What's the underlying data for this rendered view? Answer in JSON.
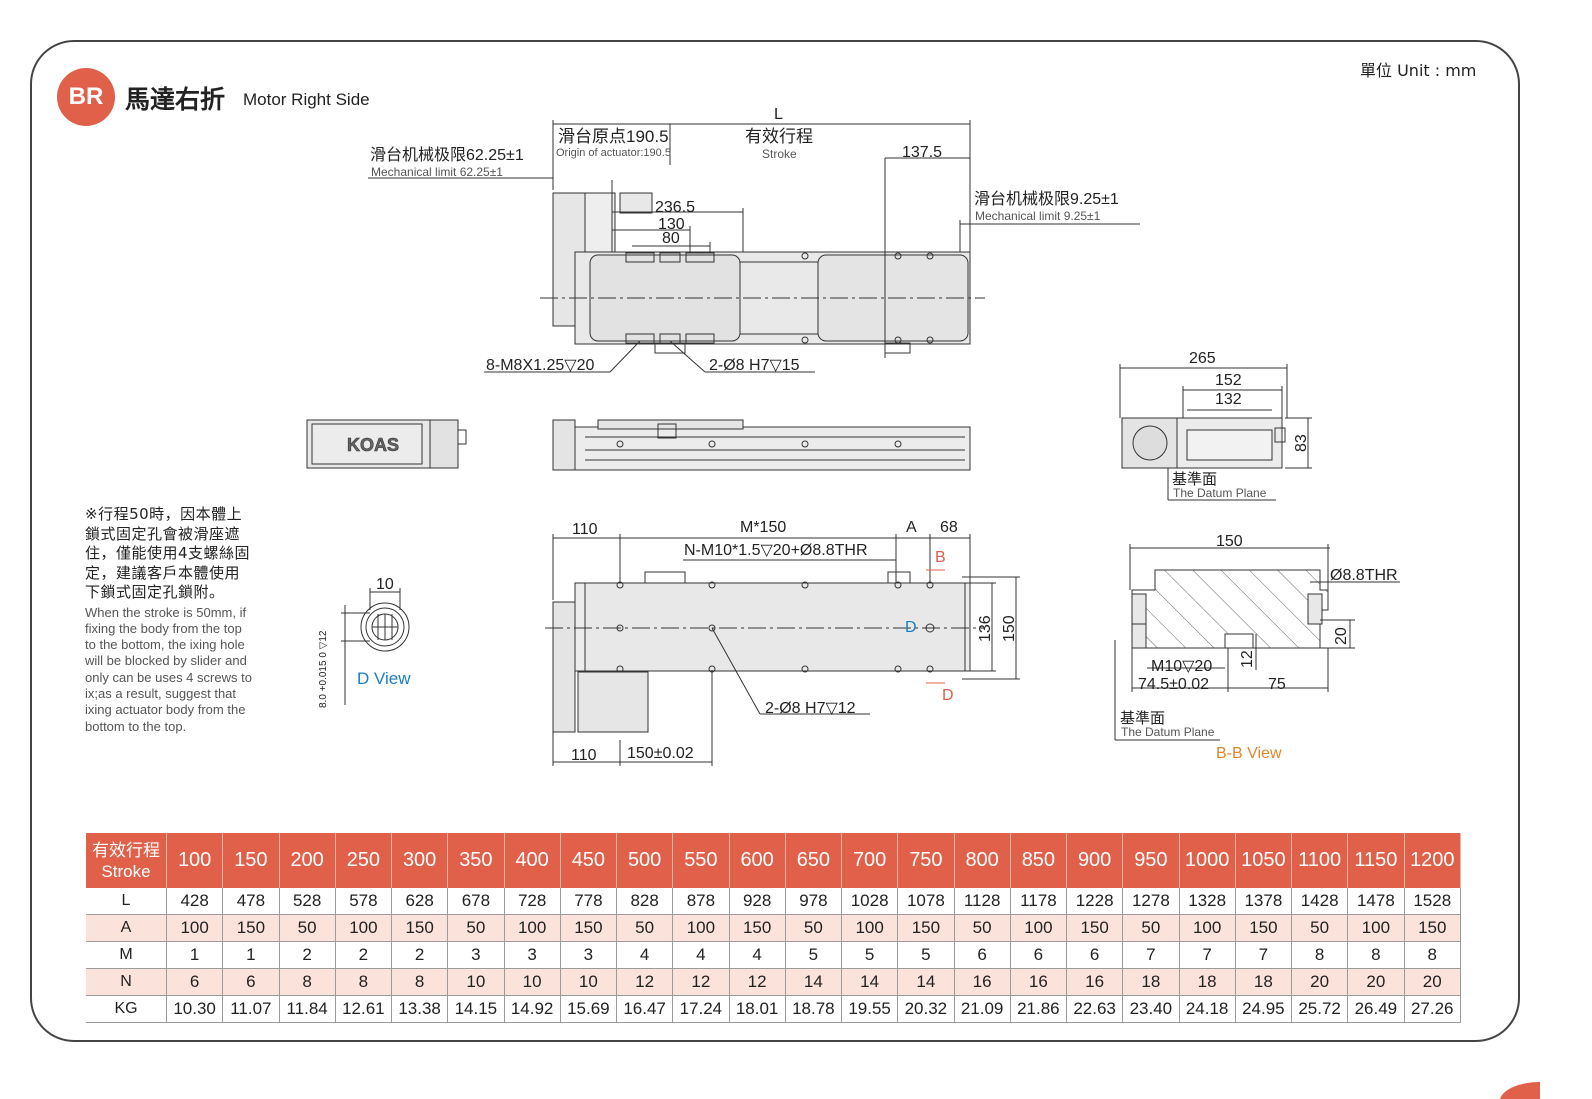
{
  "header": {
    "badge": "BR",
    "title_cn": "馬達右折",
    "title_en": "Motor Right Side",
    "unit": "單位 Unit : mm"
  },
  "top_view": {
    "L": "L",
    "origin_cn": "滑台原点190.5",
    "origin_en": "Origin of actuator:190.5",
    "stroke_cn": "有效行程",
    "stroke_en": "Stroke",
    "dim_137": "137.5",
    "mech_left_cn": "滑台机械极限62.25±1",
    "mech_left_en": "Mechanical limit 62.25±1",
    "mech_right_cn": "滑台机械极限9.25±1",
    "mech_right_en": "Mechanical limit 9.25±1",
    "dim_236": "236.5",
    "dim_130": "130",
    "dim_80": "80",
    "screw_callout": "8-M8X1.25▽20",
    "pin_callout": "2-Ø8 H7▽15"
  },
  "side_view": {
    "logo": "KOAS"
  },
  "end_view": {
    "dim_265": "265",
    "dim_152": "152",
    "dim_132": "132",
    "dim_83": "83",
    "datum_cn": "基準面",
    "datum_en": "The Datum Plane"
  },
  "bottom_view": {
    "dim_110_top": "110",
    "m150": "M*150",
    "a_label": "A",
    "dim_68": "68",
    "thread_callout": "N-M10*1.5▽20+Ø8.8THR",
    "b_top": "B",
    "b_bottom": "D",
    "d_center": "D",
    "dim_136": "136",
    "dim_150": "150",
    "pin_callout": "2-Ø8 H7▽12",
    "dim_110_bottom": "110",
    "dim_150_tol": "150±0.02"
  },
  "d_view": {
    "dim_10": "10",
    "tolerance": "8.0 +0.015 0 ▽12",
    "label": "D View"
  },
  "bb_view": {
    "dim_150": "150",
    "thr": "Ø8.8THR",
    "dim_20": "20",
    "dim_12": "12",
    "m10": "M10▽20",
    "dim_74": "74.5±0.02",
    "dim_75": "75",
    "datum_cn": "基準面",
    "datum_en": "The Datum Plane",
    "label": "B-B View"
  },
  "note": {
    "cn": "※行程50時，因本體上鎖式固定孔會被滑座遮住，僅能使用4支螺絲固定，建議客戶本體使用下鎖式固定孔鎖附。",
    "en": "When the stroke is 50mm, if fixing the body from the top to the bottom, the ixing hole will be blocked by slider and only can be uses 4 screws to ix;as a result, suggest that ixing actuator body from the bottom to the top."
  },
  "spec_table": {
    "header_cn": "有效行程",
    "header_en": "Stroke",
    "strokes": [
      "100",
      "150",
      "200",
      "250",
      "300",
      "350",
      "400",
      "450",
      "500",
      "550",
      "600",
      "650",
      "700",
      "750",
      "800",
      "850",
      "900",
      "950",
      "1000",
      "1050",
      "1100",
      "1150",
      "1200"
    ],
    "rows": [
      {
        "label": "L",
        "values": [
          "428",
          "478",
          "528",
          "578",
          "628",
          "678",
          "728",
          "778",
          "828",
          "878",
          "928",
          "978",
          "1028",
          "1078",
          "1128",
          "1178",
          "1228",
          "1278",
          "1328",
          "1378",
          "1428",
          "1478",
          "1528"
        ]
      },
      {
        "label": "A",
        "values": [
          "100",
          "150",
          "50",
          "100",
          "150",
          "50",
          "100",
          "150",
          "50",
          "100",
          "150",
          "50",
          "100",
          "150",
          "50",
          "100",
          "150",
          "50",
          "100",
          "150",
          "50",
          "100",
          "150"
        ]
      },
      {
        "label": "M",
        "values": [
          "1",
          "1",
          "2",
          "2",
          "2",
          "3",
          "3",
          "3",
          "4",
          "4",
          "4",
          "5",
          "5",
          "5",
          "6",
          "6",
          "6",
          "7",
          "7",
          "7",
          "8",
          "8",
          "8"
        ]
      },
      {
        "label": "N",
        "values": [
          "6",
          "6",
          "8",
          "8",
          "8",
          "10",
          "10",
          "10",
          "12",
          "12",
          "12",
          "14",
          "14",
          "14",
          "16",
          "16",
          "16",
          "18",
          "18",
          "18",
          "20",
          "20",
          "20"
        ]
      },
      {
        "label": "KG",
        "values": [
          "10.30",
          "11.07",
          "11.84",
          "12.61",
          "13.38",
          "14.15",
          "14.92",
          "15.69",
          "16.47",
          "17.24",
          "18.01",
          "18.78",
          "19.55",
          "20.32",
          "21.09",
          "21.86",
          "22.63",
          "23.40",
          "24.18",
          "24.95",
          "25.72",
          "26.49",
          "27.26"
        ]
      }
    ]
  },
  "colors": {
    "accent": "#e0604a",
    "row_alt": "#fbe3dc",
    "view_label_blue": "#1a7fc4",
    "view_label_orange": "#e5842b",
    "marker_red": "#e0604a"
  }
}
